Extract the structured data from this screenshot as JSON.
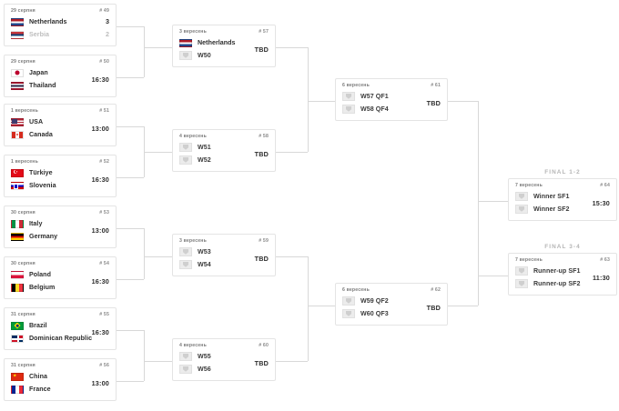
{
  "bracket": {
    "stage_labels": {
      "final_1_2": "FINAL 1-2",
      "final_3_4": "FINAL 3-4"
    },
    "placeholder_text": "TBD",
    "round16": [
      {
        "date": "29 серпня",
        "num": "# 49",
        "home": {
          "name": "Netherlands",
          "flag": "f-nl",
          "score": "3",
          "lost": false
        },
        "away": {
          "name": "Serbia",
          "flag": "f-rs",
          "score": "2",
          "lost": true
        },
        "time": ""
      },
      {
        "date": "29 серпня",
        "num": "# 50",
        "home": {
          "name": "Japan",
          "flag": "f-jp",
          "score": "",
          "lost": false
        },
        "away": {
          "name": "Thailand",
          "flag": "f-th",
          "score": "",
          "lost": false
        },
        "time": "16:30"
      },
      {
        "date": "1 вересень",
        "num": "# 51",
        "home": {
          "name": "USA",
          "flag": "f-us",
          "score": "",
          "lost": false
        },
        "away": {
          "name": "Canada",
          "flag": "f-ca",
          "score": "",
          "lost": false
        },
        "time": "13:00"
      },
      {
        "date": "1 вересень",
        "num": "# 52",
        "home": {
          "name": "Türkiye",
          "flag": "f-tr",
          "score": "",
          "lost": false
        },
        "away": {
          "name": "Slovenia",
          "flag": "f-si",
          "score": "",
          "lost": false
        },
        "time": "16:30"
      },
      {
        "date": "30 серпня",
        "num": "# 53",
        "home": {
          "name": "Italy",
          "flag": "f-it",
          "score": "",
          "lost": false
        },
        "away": {
          "name": "Germany",
          "flag": "f-de",
          "score": "",
          "lost": false
        },
        "time": "13:00"
      },
      {
        "date": "30 серпня",
        "num": "# 54",
        "home": {
          "name": "Poland",
          "flag": "f-pl",
          "score": "",
          "lost": false
        },
        "away": {
          "name": "Belgium",
          "flag": "f-be",
          "score": "",
          "lost": false
        },
        "time": "16:30"
      },
      {
        "date": "31 серпня",
        "num": "# 55",
        "home": {
          "name": "Brazil",
          "flag": "f-br",
          "score": "",
          "lost": false
        },
        "away": {
          "name": "Dominican Republic",
          "flag": "f-do",
          "score": "",
          "lost": false
        },
        "time": "16:30"
      },
      {
        "date": "31 серпня",
        "num": "# 56",
        "home": {
          "name": "China",
          "flag": "f-cn",
          "score": "",
          "lost": false
        },
        "away": {
          "name": "France",
          "flag": "f-fr",
          "score": "",
          "lost": false
        },
        "time": "13:00"
      }
    ],
    "quarterfinals": [
      {
        "date": "3 вересень",
        "num": "# 57",
        "home": {
          "name": "Netherlands",
          "flag": "f-nl",
          "placeholder": false
        },
        "away": {
          "name": "W50",
          "placeholder": true
        },
        "time": "TBD"
      },
      {
        "date": "4 вересень",
        "num": "# 58",
        "home": {
          "name": "W51",
          "placeholder": true
        },
        "away": {
          "name": "W52",
          "placeholder": true
        },
        "time": "TBD"
      },
      {
        "date": "3 вересень",
        "num": "# 59",
        "home": {
          "name": "W53",
          "placeholder": true
        },
        "away": {
          "name": "W54",
          "placeholder": true
        },
        "time": "TBD"
      },
      {
        "date": "4 вересень",
        "num": "# 60",
        "home": {
          "name": "W55",
          "placeholder": true
        },
        "away": {
          "name": "W56",
          "placeholder": true
        },
        "time": "TBD"
      }
    ],
    "semifinals": [
      {
        "date": "6 вересень",
        "num": "# 61",
        "home": {
          "name": "W57 QF1",
          "placeholder": true
        },
        "away": {
          "name": "W58 QF4",
          "placeholder": true
        },
        "time": "TBD"
      },
      {
        "date": "6 вересень",
        "num": "# 62",
        "home": {
          "name": "W59 QF2",
          "placeholder": true
        },
        "away": {
          "name": "W60 QF3",
          "placeholder": true
        },
        "time": "TBD"
      }
    ],
    "finals": [
      {
        "date": "7 вересень",
        "num": "# 64",
        "home": {
          "name": "Winner SF1",
          "placeholder": true
        },
        "away": {
          "name": "Winner SF2",
          "placeholder": true
        },
        "time": "15:30"
      },
      {
        "date": "7 вересень",
        "num": "# 63",
        "home": {
          "name": "Runner-up SF1",
          "placeholder": true
        },
        "away": {
          "name": "Runner-up SF2",
          "placeholder": true
        },
        "time": "11:30"
      }
    ]
  },
  "colors": {
    "line": "#d8d8d8",
    "border": "#e4e4e4",
    "muted": "#bdbdbd",
    "label": "#b5b5b5"
  }
}
